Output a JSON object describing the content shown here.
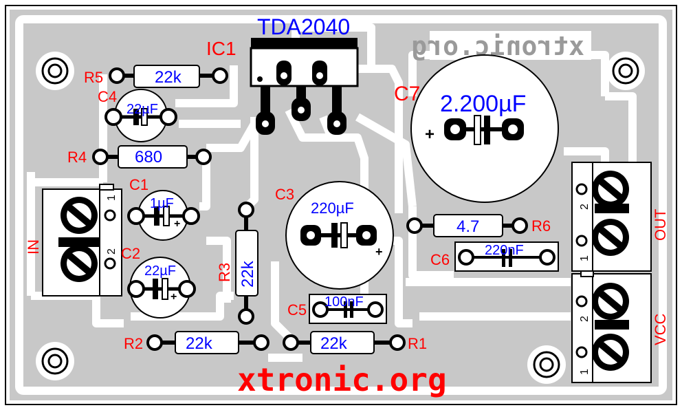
{
  "ic": {
    "ref": "IC1",
    "part": "TDA2040"
  },
  "watermark": "xtronic.org",
  "footer_text": "xtronic.org",
  "resistors": {
    "r5": {
      "ref": "R5",
      "value": "22k"
    },
    "r4": {
      "ref": "R4",
      "value": "680"
    },
    "r3": {
      "ref": "R3",
      "value": "22k"
    },
    "r2": {
      "ref": "R2",
      "value": "22k"
    },
    "r1": {
      "ref": "R1",
      "value": "22k"
    },
    "r6": {
      "ref": "R6",
      "value": "4.7"
    }
  },
  "capacitors": {
    "c4": {
      "ref": "C4",
      "value": "22µF"
    },
    "c1": {
      "ref": "C1",
      "value": "1µF"
    },
    "c2": {
      "ref": "C2",
      "value": "22µF"
    },
    "c3": {
      "ref": "C3",
      "value": "220µF"
    },
    "c5": {
      "ref": "C5",
      "value": "100nF"
    },
    "c6": {
      "ref": "C6",
      "value": "220nF"
    },
    "c7": {
      "ref": "C7",
      "value": "2.200µF"
    }
  },
  "connectors": {
    "in": {
      "label": "IN",
      "pin1": "1",
      "pin2": "2"
    },
    "out": {
      "label": "OUT",
      "pin1": "1",
      "pin2": "2"
    },
    "vcc": {
      "label": "VCC",
      "pin1": "1",
      "pin2": "2"
    }
  },
  "polarity_plus": "+",
  "colors": {
    "board": "#c8c8c8",
    "trace": "#ffffff",
    "label": "#ff0000",
    "value": "#0000ff"
  }
}
